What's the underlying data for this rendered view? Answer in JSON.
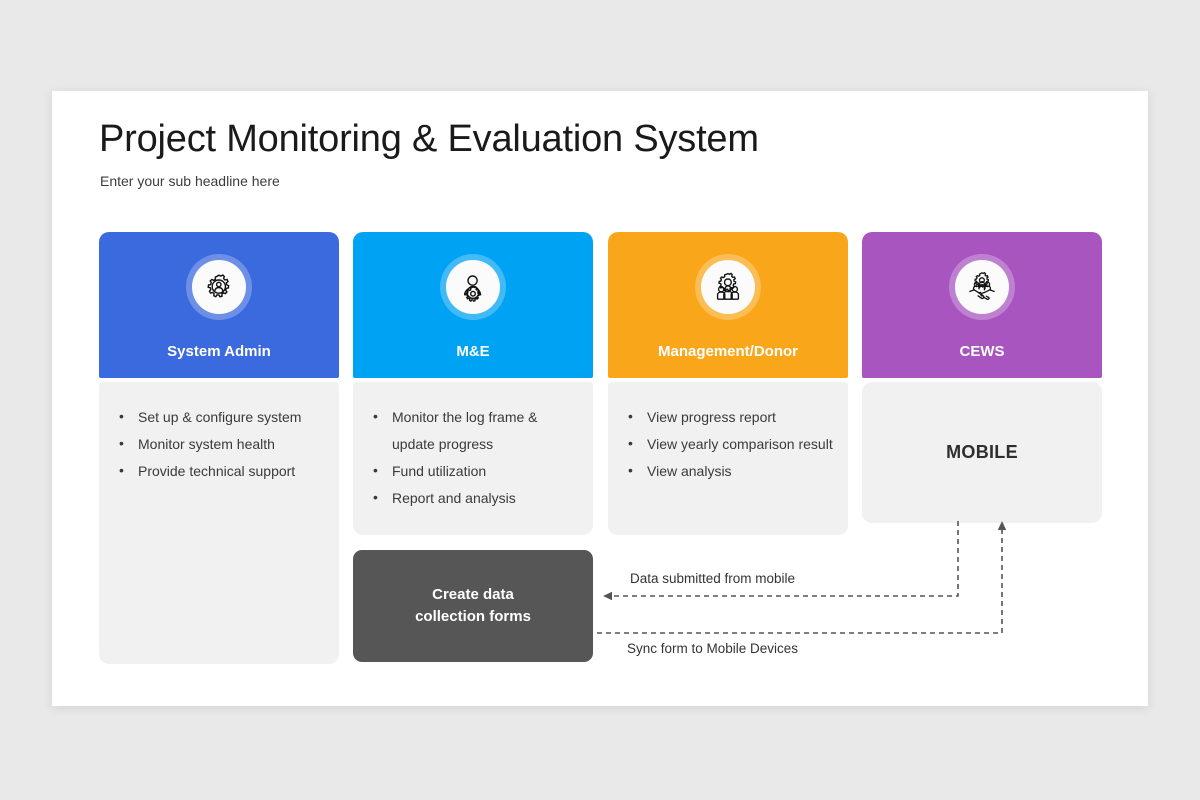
{
  "slide": {
    "title": "Project Monitoring & Evaluation System",
    "subtitle": "Enter your sub headline here",
    "background_color": "#e9e9e9",
    "surface_color": "#ffffff"
  },
  "columns": [
    {
      "id": "system-admin",
      "label": "System Admin",
      "accent_color": "#3b6ade",
      "icon": "gear-person-icon",
      "bullets": [
        "Set up & configure system",
        "Monitor system health",
        "Provide technical support"
      ]
    },
    {
      "id": "mne",
      "label": "M&E",
      "accent_color": "#00a2f3",
      "icon": "person-gear-icon",
      "bullets": [
        "Monitor the log frame & update progress",
        "Fund utilization",
        "Report and analysis"
      ]
    },
    {
      "id": "management-donor",
      "label": "Management/Donor",
      "accent_color": "#faa61a",
      "icon": "people-gear-icon",
      "bullets": [
        "View progress report",
        "View yearly comparison result",
        "View analysis"
      ]
    },
    {
      "id": "cews",
      "label": "CEWS",
      "accent_color": "#a855c0",
      "icon": "handshake-people-icon",
      "panel_label": "MOBILE"
    }
  ],
  "process_box": {
    "label_line_1": "Create data",
    "label_line_2": "collection forms",
    "color": "#565656"
  },
  "connectors": [
    {
      "id": "data-submitted",
      "label": "Data submitted from mobile",
      "direction": "mobile-to-forms"
    },
    {
      "id": "sync-form",
      "label": "Sync form to Mobile Devices",
      "direction": "forms-to-mobile"
    }
  ]
}
